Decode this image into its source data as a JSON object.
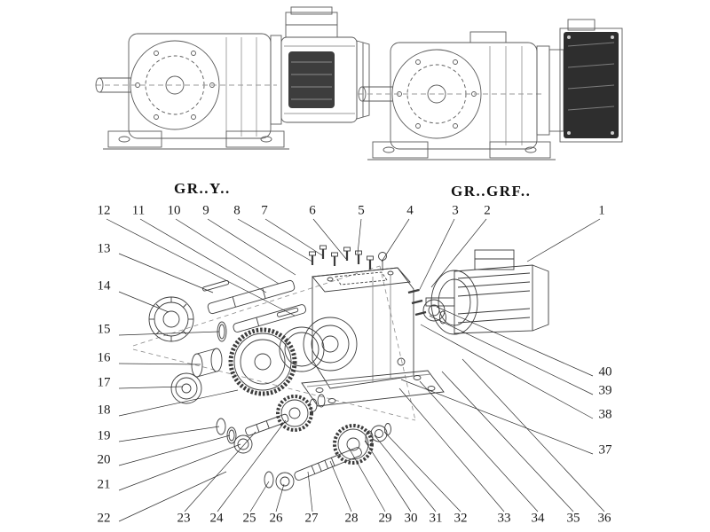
{
  "figure": {
    "variant_labels": {
      "left": "GR..Y..",
      "right": "GR..GRF.."
    },
    "callouts": {
      "top": [
        "12",
        "11",
        "10",
        "9",
        "8",
        "7",
        "6",
        "5",
        "4",
        "3",
        "2",
        "1"
      ],
      "left": [
        "13",
        "14",
        "15",
        "16",
        "17",
        "18",
        "19",
        "20",
        "21",
        "22"
      ],
      "bottom": [
        "23",
        "24",
        "25",
        "26",
        "27",
        "28",
        "29",
        "30",
        "31",
        "32",
        "33",
        "34",
        "35",
        "36"
      ],
      "right": [
        "40",
        "39",
        "38",
        "37"
      ]
    }
  }
}
